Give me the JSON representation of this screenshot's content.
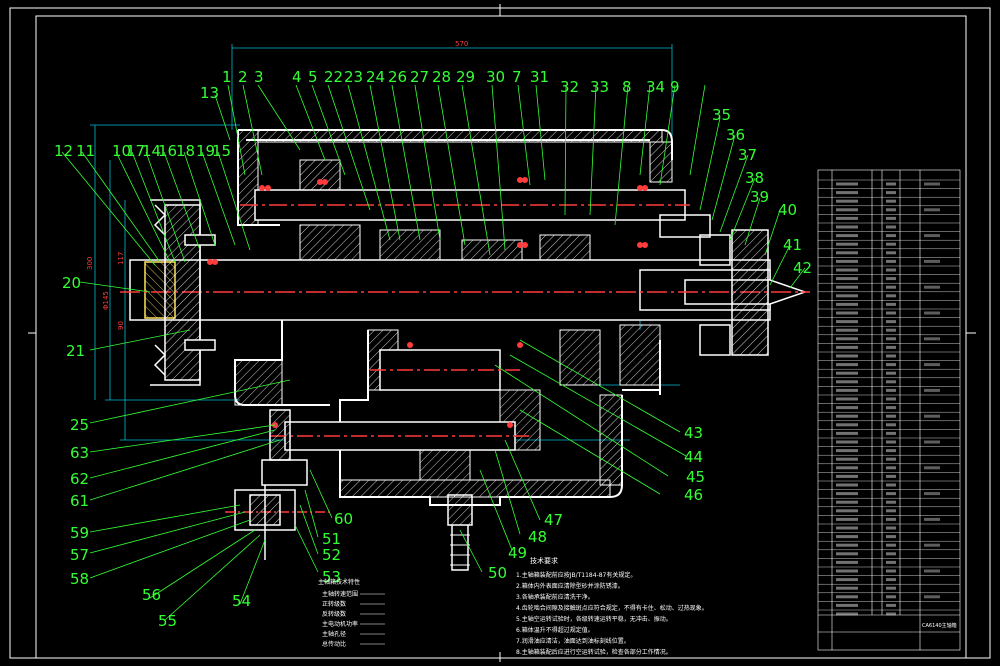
{
  "drawing": {
    "top_dim": "570",
    "left_dims": [
      "300",
      "Φ145",
      "117",
      "90"
    ],
    "title_block_label": "CA6140主轴箱"
  },
  "part_numbers": {
    "top": [
      "1",
      "2",
      "3",
      "4",
      "5",
      "22",
      "23",
      "24",
      "26",
      "27",
      "28",
      "29",
      "30",
      "7",
      "31",
      "32",
      "33",
      "8",
      "34",
      "9"
    ],
    "left_upper": [
      "13",
      "12",
      "11",
      "10",
      "17",
      "14",
      "16",
      "18",
      "19",
      "15"
    ],
    "left_mid": [
      "20",
      "21"
    ],
    "right": [
      "35",
      "36",
      "37",
      "38",
      "39",
      "40",
      "41",
      "42"
    ],
    "right_lower": [
      "43",
      "44",
      "45",
      "46",
      "47",
      "48",
      "49",
      "50"
    ],
    "left_lower": [
      "25",
      "63",
      "62",
      "61",
      "59",
      "57",
      "58",
      "56",
      "55",
      "54",
      "53",
      "52",
      "51",
      "60"
    ]
  },
  "tech_requirements": {
    "title": "技术要求",
    "lines": [
      "1.主轴箱装配前应按JB/T1184-87有关规定。",
      "2.箱体内外表面应清除型砂并涂防锈漆。",
      "3.各轴承装配前应清洗干净。",
      "4.齿轮啮合间隙及接触斑点应符合规定，不得有卡住、松动、过热现象。",
      "5.主轴空运转试验时，各级转速运转平稳，无冲击、振动。",
      "6.箱体温升不得超过规定值。",
      "7.润滑油应清洁，油面达到油标刻线位置。",
      "8.主轴箱装配后应进行空运转试验，检查各部分工作情况。"
    ]
  },
  "spec_notes": {
    "title": "主轴箱技术特性",
    "lines": [
      "主轴转速范围",
      "正转级数",
      "反转级数",
      "主电动机功率",
      "主轴孔径",
      "总传动比"
    ]
  }
}
